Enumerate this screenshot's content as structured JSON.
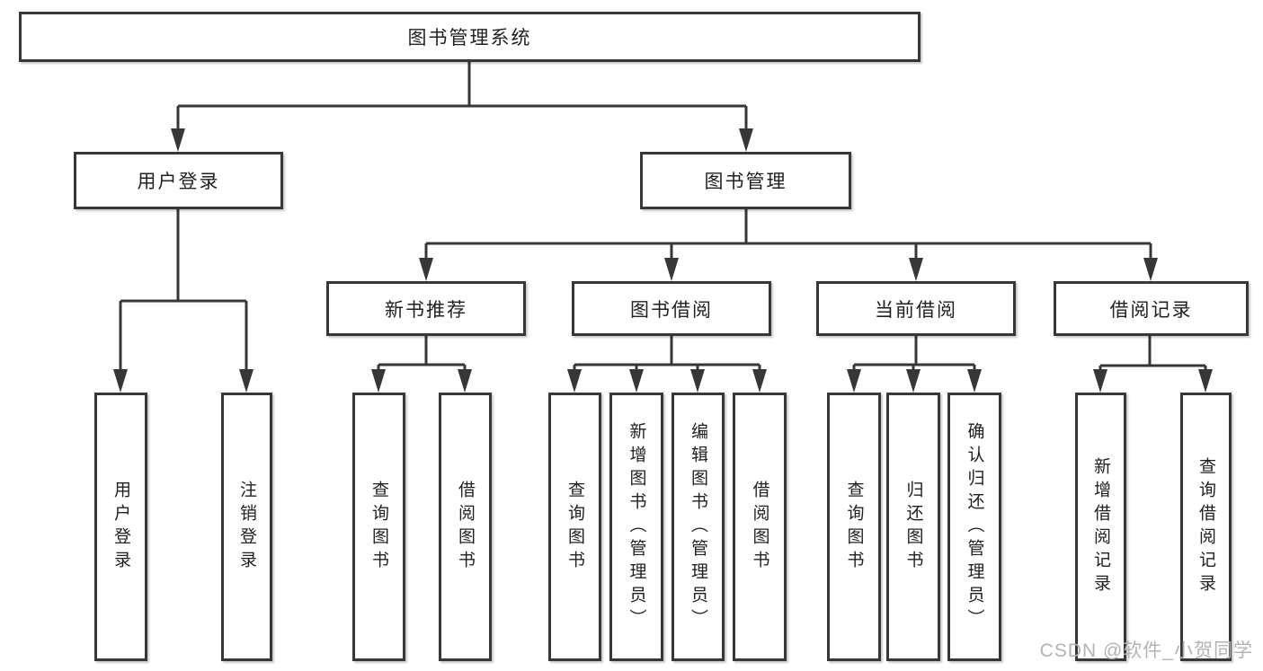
{
  "diagram": {
    "title": "图书管理系统",
    "level2": {
      "user_login": "用户登录",
      "book_management": "图书管理"
    },
    "level3": {
      "new_book_recommend": "新书推荐",
      "book_borrowing": "图书借阅",
      "current_borrowing": "当前借阅",
      "borrowing_records": "借阅记录"
    },
    "leaves": {
      "user_login": "用户登录",
      "logout": "注销登录",
      "recommend_query_books": "查询图书",
      "recommend_borrow_books": "借阅图书",
      "borrowing_query_books": "查询图书",
      "borrowing_add_books": "新增图书（管理员）",
      "borrowing_edit_books": "编辑图书（管理员）",
      "borrowing_borrow_books": "借阅图书",
      "current_query_books": "查询图书",
      "current_return_books": "归还图书",
      "current_confirm_return": "确认归还（管理员）",
      "records_add_record": "新增借阅记录",
      "records_query_record": "查询借阅记录"
    },
    "colors": {
      "line": "#373737",
      "box_border": "#373737",
      "box_fill": "#ffffff",
      "text": "#212121",
      "watermark_text": "#b3b3b3"
    }
  },
  "watermark": "CSDN @软件_小贺同学"
}
